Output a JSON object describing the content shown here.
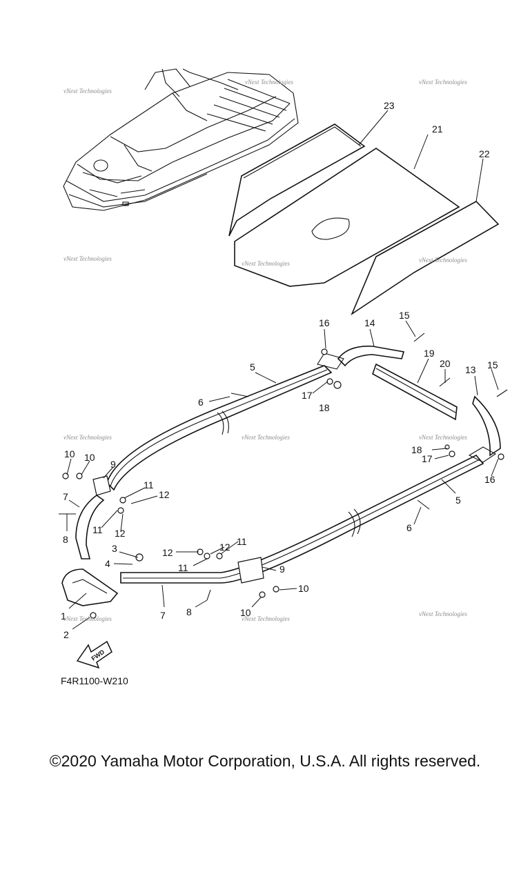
{
  "diagram": {
    "callouts": [
      {
        "id": "c23",
        "label": "23"
      },
      {
        "id": "c21",
        "label": "21"
      },
      {
        "id": "c22",
        "label": "22"
      },
      {
        "id": "c16a",
        "label": "16"
      },
      {
        "id": "c14",
        "label": "14"
      },
      {
        "id": "c15a",
        "label": "15"
      },
      {
        "id": "c5a",
        "label": "5"
      },
      {
        "id": "c19",
        "label": "19"
      },
      {
        "id": "c20",
        "label": "20"
      },
      {
        "id": "c13",
        "label": "13"
      },
      {
        "id": "c15b",
        "label": "15"
      },
      {
        "id": "c6a",
        "label": "6"
      },
      {
        "id": "c17a",
        "label": "17"
      },
      {
        "id": "c18a",
        "label": "18"
      },
      {
        "id": "c10a",
        "label": "10"
      },
      {
        "id": "c10b",
        "label": "10"
      },
      {
        "id": "c9a",
        "label": "9"
      },
      {
        "id": "c11a",
        "label": "11"
      },
      {
        "id": "c12a",
        "label": "12"
      },
      {
        "id": "c7a",
        "label": "7"
      },
      {
        "id": "c8a",
        "label": "8"
      },
      {
        "id": "c11b",
        "label": "11"
      },
      {
        "id": "c12b",
        "label": "12"
      },
      {
        "id": "c18b",
        "label": "18"
      },
      {
        "id": "c17b",
        "label": "17"
      },
      {
        "id": "c16b",
        "label": "16"
      },
      {
        "id": "c5b",
        "label": "5"
      },
      {
        "id": "c6b",
        "label": "6"
      },
      {
        "id": "c3",
        "label": "3"
      },
      {
        "id": "c4",
        "label": "4"
      },
      {
        "id": "c12c",
        "label": "12"
      },
      {
        "id": "c12d",
        "label": "12"
      },
      {
        "id": "c11c",
        "label": "11"
      },
      {
        "id": "c11d",
        "label": "11"
      },
      {
        "id": "c9b",
        "label": "9"
      },
      {
        "id": "c10c",
        "label": "10"
      },
      {
        "id": "c10d",
        "label": "10"
      },
      {
        "id": "c1",
        "label": "1"
      },
      {
        "id": "c2",
        "label": "2"
      },
      {
        "id": "c7b",
        "label": "7"
      },
      {
        "id": "c8b",
        "label": "8"
      }
    ],
    "watermark_text": "vNext Technologies",
    "fwd_label": "FWD",
    "diagram_code": "F4R1100-W210"
  },
  "footer": {
    "copyright": "©2020 Yamaha Motor Corporation, U.S.A. All rights reserved."
  }
}
